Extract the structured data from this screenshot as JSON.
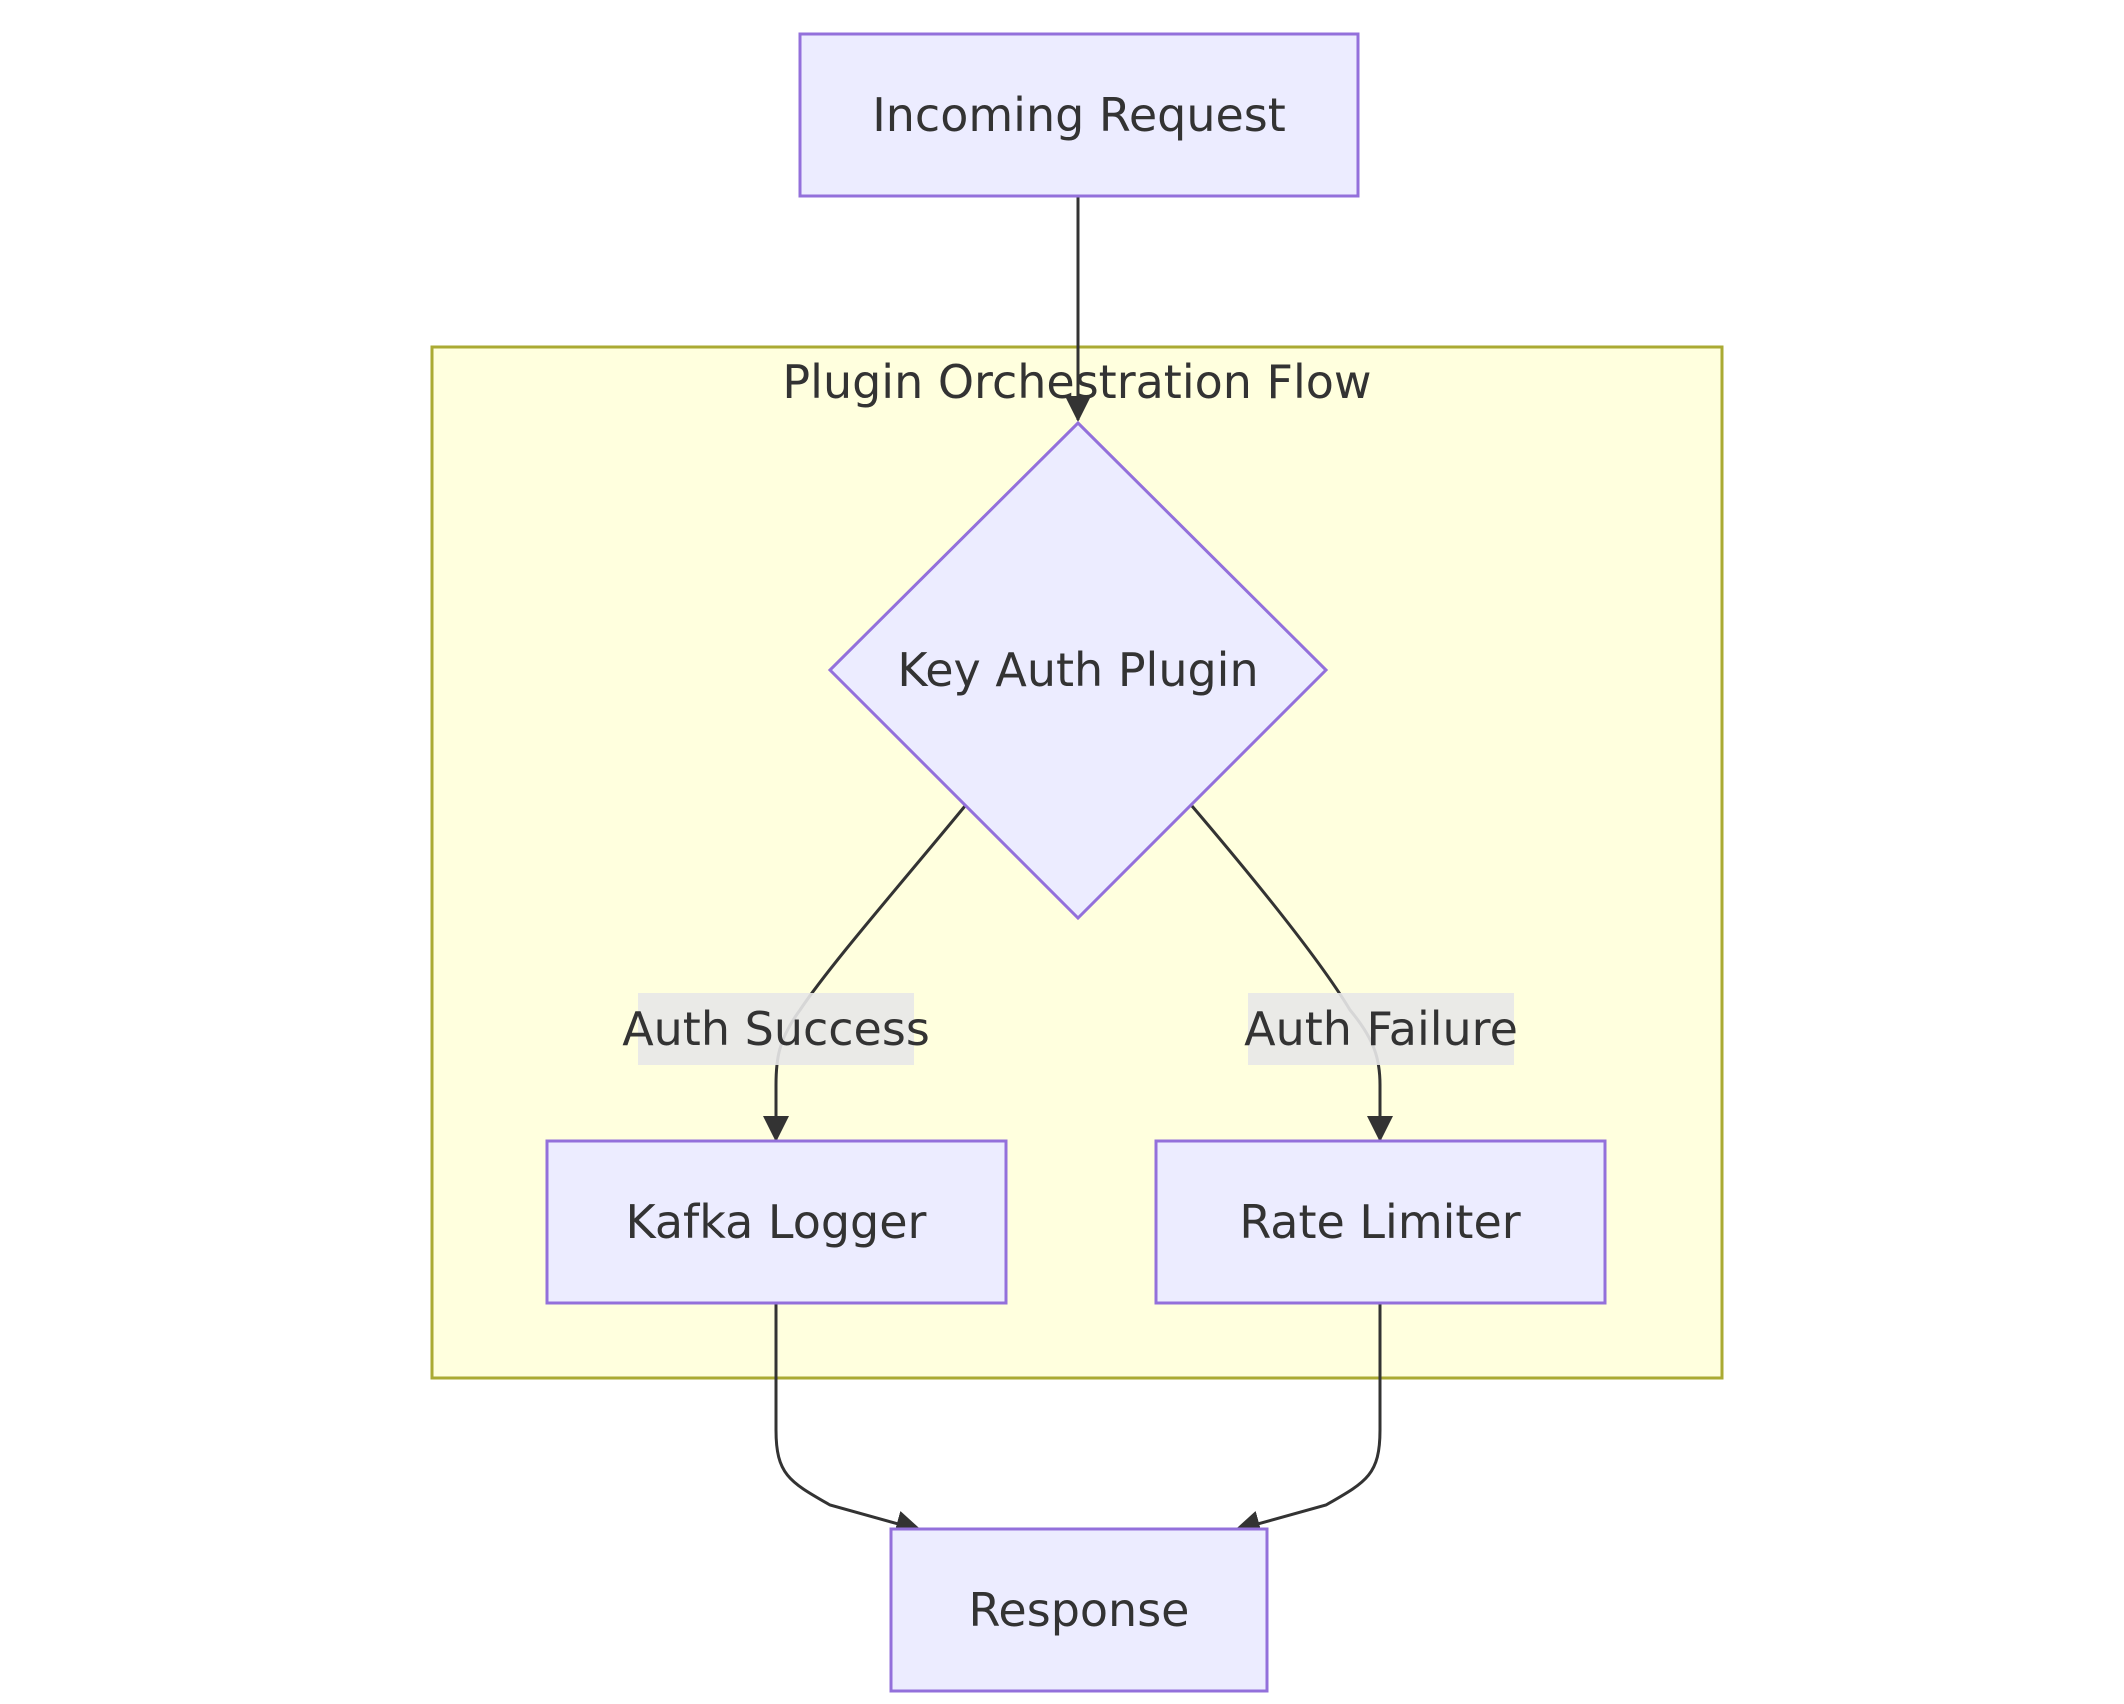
{
  "diagram": {
    "type": "flowchart",
    "direction": "top-down",
    "cluster": {
      "title": "Plugin Orchestration Flow"
    },
    "nodes": {
      "incoming_request": {
        "label": "Incoming Request",
        "shape": "rectangle"
      },
      "key_auth_plugin": {
        "label": "Key Auth Plugin",
        "shape": "diamond"
      },
      "kafka_logger": {
        "label": "Kafka Logger",
        "shape": "rectangle"
      },
      "rate_limiter": {
        "label": "Rate Limiter",
        "shape": "rectangle"
      },
      "response": {
        "label": "Response",
        "shape": "rectangle"
      }
    },
    "edges": [
      {
        "from": "incoming_request",
        "to": "key_auth_plugin",
        "label": ""
      },
      {
        "from": "key_auth_plugin",
        "to": "kafka_logger",
        "label": "Auth Success"
      },
      {
        "from": "key_auth_plugin",
        "to": "rate_limiter",
        "label": "Auth Failure"
      },
      {
        "from": "kafka_logger",
        "to": "response",
        "label": ""
      },
      {
        "from": "rate_limiter",
        "to": "response",
        "label": ""
      }
    ],
    "edge_labels": {
      "auth_success": "Auth Success",
      "auth_failure": "Auth Failure"
    },
    "colors": {
      "node_fill": "#ECECFF",
      "node_stroke": "#9370DB",
      "cluster_fill": "#FFFFDE",
      "cluster_stroke": "#AAAA33",
      "edge": "#333333",
      "text": "#333333",
      "edge_label_bg": "#E8E8E8"
    }
  }
}
